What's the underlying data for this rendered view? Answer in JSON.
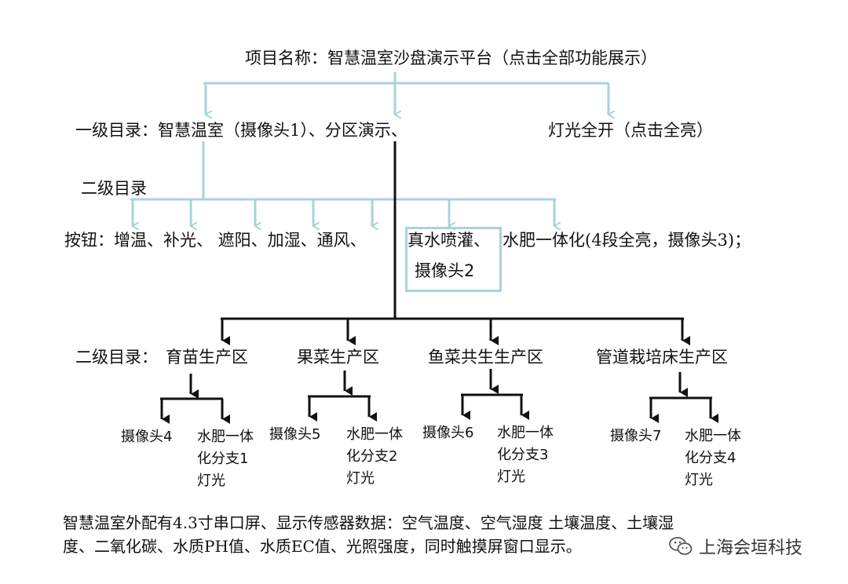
{
  "title": "项目名称：智慧温室沙盘演示平台（点击全部功能展示）",
  "level1": {
    "label": "一级目录：智慧温室（摄像头1）、分区演示、",
    "lights": "灯光全开（点击全亮）"
  },
  "level2_buttons": {
    "heading": "二级目录",
    "buttons_prefix": "按钮：增温、补光、 遮阳、加湿、通风、",
    "boxed_line1": "真水喷灌、",
    "boxed_line2": "摄像头2",
    "suffix": "水肥一体化(4段全亮，摄像头3)；"
  },
  "level2_zones": {
    "prefix": "二级目录：",
    "zones": [
      {
        "name": "育苗生产区",
        "camera": "摄像头4",
        "branch": "水肥一体化分支1灯光"
      },
      {
        "name": "果菜生产区",
        "camera": "摄像头5",
        "branch": "水肥一体化分支2灯光"
      },
      {
        "name": "鱼菜共生生产区",
        "camera": "摄像头6",
        "branch": "水肥一体化分支3灯光"
      },
      {
        "name": "管道栽培床生产区",
        "camera": "摄像头7",
        "branch": "水肥一体化分支4灯光"
      }
    ]
  },
  "footer": {
    "line1": "智慧温室外配有4.3寸串口屏、显示传感器数据：空气温度、空气湿度 土壤温度、土壤湿",
    "line2": "度、二氧化碳、水质PH值、水质EC值、光照强度，同时触摸屏窗口显示。"
  },
  "watermark": "上海会垣科技",
  "colors": {
    "light_connector": "#a9d3da",
    "dark_connector": "#111111"
  }
}
